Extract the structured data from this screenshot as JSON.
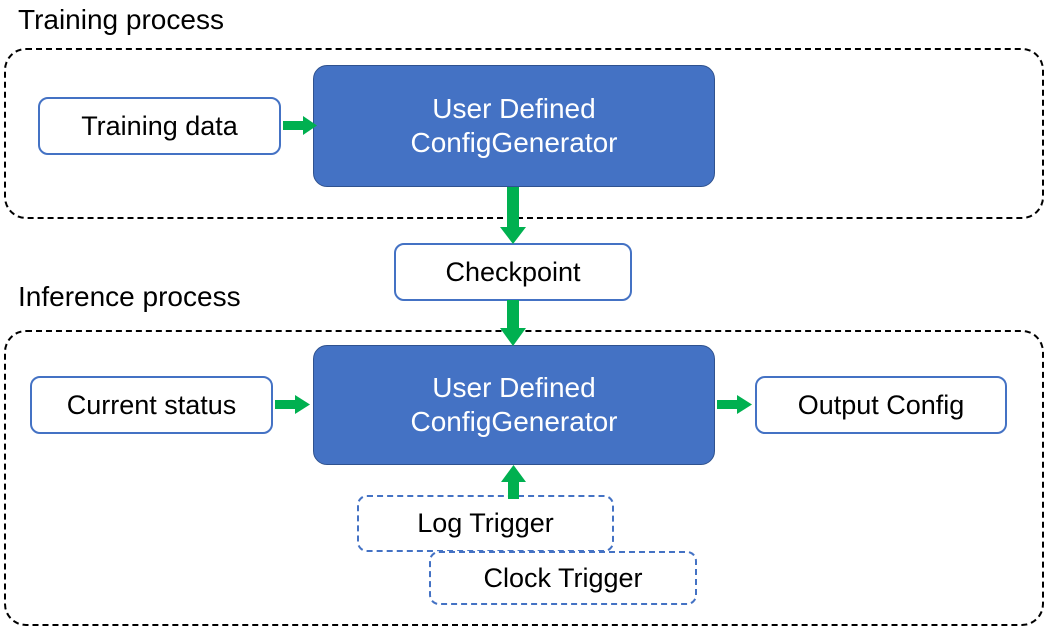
{
  "diagram": {
    "title_training": "Training process",
    "title_inference": "Inference process",
    "colors": {
      "process_fill": "#4472C4",
      "process_border": "#2F528F",
      "node_border": "#4472C4",
      "arrow": "#00B050",
      "group_border": "#000000",
      "text_dark": "#000000",
      "text_light": "#FFFFFF"
    }
  },
  "nodes": {
    "training_data": "Training data",
    "training_process": "User Defined\nConfigGenerator",
    "training_process_line1": "User Defined",
    "training_process_line2": "ConfigGenerator",
    "checkpoint": "Checkpoint",
    "current_status": "Current status",
    "inference_process_line1": "User Defined",
    "inference_process_line2": "ConfigGenerator",
    "output_config": "Output Config",
    "log_trigger": "Log Trigger",
    "clock_trigger": "Clock Trigger"
  },
  "edges": [
    {
      "name": "training-data-to-process",
      "from": "Training data",
      "to": "User Defined ConfigGenerator",
      "direction": "right"
    },
    {
      "name": "process-to-checkpoint",
      "from": "User Defined ConfigGenerator",
      "to": "Checkpoint",
      "direction": "down"
    },
    {
      "name": "checkpoint-to-inference",
      "from": "Checkpoint",
      "to": "User Defined ConfigGenerator",
      "direction": "down"
    },
    {
      "name": "current-status-to-inference",
      "from": "Current status",
      "to": "User Defined ConfigGenerator",
      "direction": "right"
    },
    {
      "name": "inference-to-output",
      "from": "User Defined ConfigGenerator",
      "to": "Output Config",
      "direction": "right"
    },
    {
      "name": "log-trigger-to-inference",
      "from": "Log Trigger",
      "to": "User Defined ConfigGenerator",
      "direction": "up"
    }
  ]
}
